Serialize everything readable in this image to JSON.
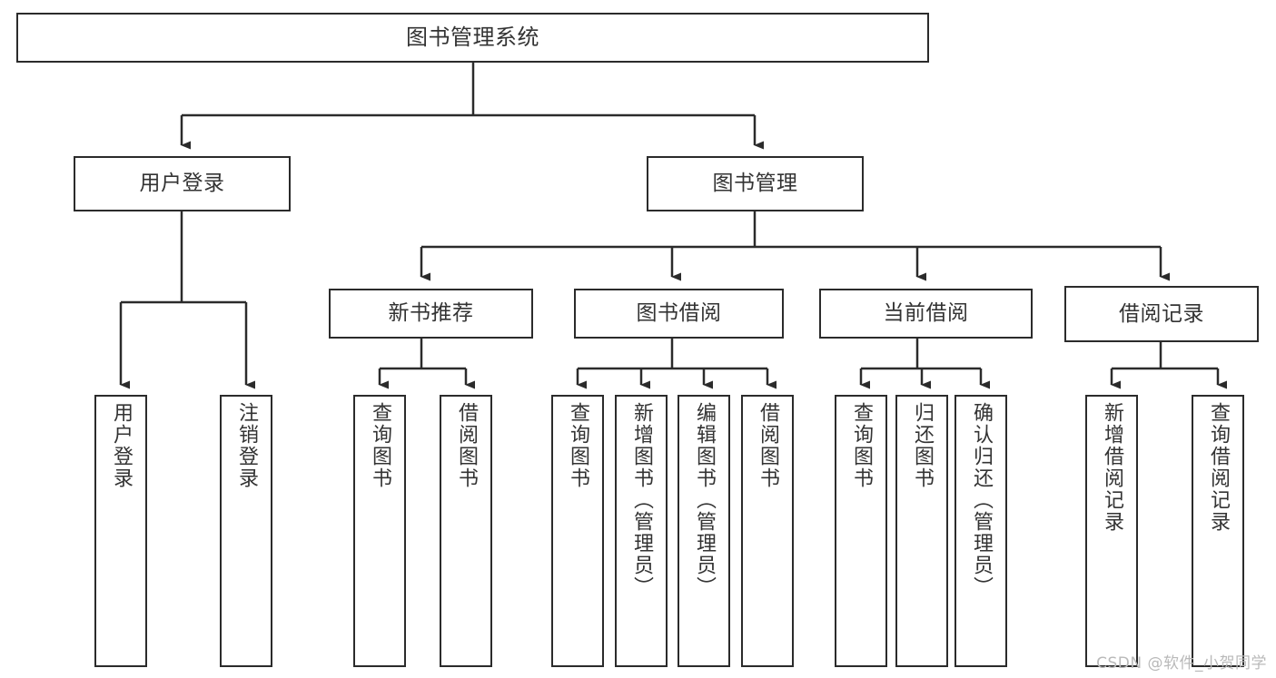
{
  "diagram": {
    "title": "图书管理系统",
    "type": "hierarchy-tree",
    "orientation": "top-down",
    "levels": 4,
    "colors": {
      "box_border": "#2b2b2b",
      "box_fill": "#ffffff",
      "text": "#333333",
      "connector": "#2b2b2b",
      "background": "#ffffff",
      "watermark": "#b9b9b9"
    },
    "root": {
      "label": "图书管理系统"
    },
    "level1": [
      {
        "label": "用户登录"
      },
      {
        "label": "图书管理"
      }
    ],
    "level2": [
      {
        "label": "新书推荐"
      },
      {
        "label": "图书借阅"
      },
      {
        "label": "当前借阅"
      },
      {
        "label": "借阅记录"
      }
    ],
    "leaves": {
      "user_login": [
        {
          "label": "用户登录"
        },
        {
          "label": "注销登录"
        }
      ],
      "new_book_recommend": [
        {
          "label": "查询图书"
        },
        {
          "label": "借阅图书"
        }
      ],
      "book_borrow": [
        {
          "label": "查询图书"
        },
        {
          "label": "新增图书（管理员）"
        },
        {
          "label": "编辑图书（管理员）"
        },
        {
          "label": "借阅图书"
        }
      ],
      "current_borrow": [
        {
          "label": "查询图书"
        },
        {
          "label": "归还图书"
        },
        {
          "label": "确认归还（管理员）"
        }
      ],
      "borrow_record": [
        {
          "label": "新增借阅记录"
        },
        {
          "label": "查询借阅记录"
        }
      ]
    }
  },
  "watermark": {
    "text": "CSDN @软件_小贺同学"
  }
}
